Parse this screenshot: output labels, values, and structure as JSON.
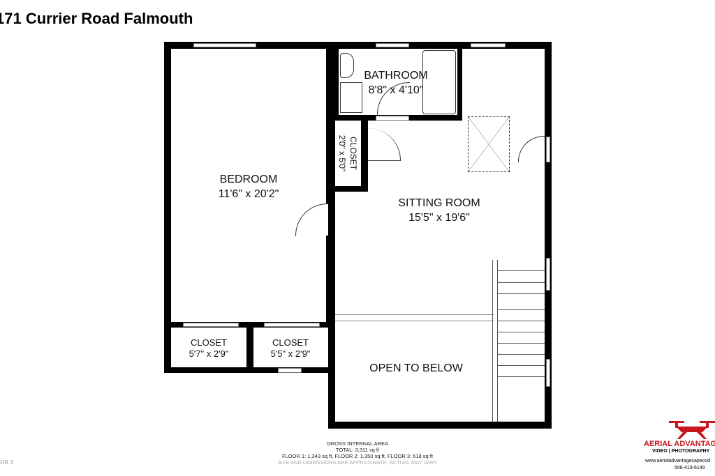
{
  "title": "171 Currier Road Falmouth",
  "rooms": {
    "bedroom": {
      "name": "BEDROOM",
      "dims": "11'6\" x 20'2\""
    },
    "bathroom": {
      "name": "BATHROOM",
      "dims": "8'8\" x 4'10\""
    },
    "closet_small": {
      "name": "CLOSET",
      "dims": "2'0\" x 5'0\""
    },
    "sitting_room": {
      "name": "SITTING ROOM",
      "dims": "15'5\" x 19'6\""
    },
    "closet_left": {
      "name": "CLOSET",
      "dims": "5'7\" x 2'9\""
    },
    "closet_right": {
      "name": "CLOSET",
      "dims": "5'5\" x 2'9\""
    },
    "open_to_below": {
      "name": "OPEN TO BELOW"
    }
  },
  "footer": {
    "heading": "GROSS INTERNAL AREA",
    "total": "TOTAL: 3,311 sq ft",
    "floors": "FLOOR 1: 1,343 sq ft, FLOOR 2: 1,350 sq ft, FLOOR 3: 618 sq ft",
    "disclaimer": "SIZE AND DIMENSIONS ARE APPROXIMATE, ACTUAL MAY VARY",
    "floor_label": "OR 3"
  },
  "logo": {
    "name": "AERIAL ADVANTAG",
    "tagline": "VIDEO | PHOTOGRAPHY",
    "website": "www.aerialadvantagecapecod",
    "phone": "508-419-6149",
    "color": "#c8161d"
  }
}
